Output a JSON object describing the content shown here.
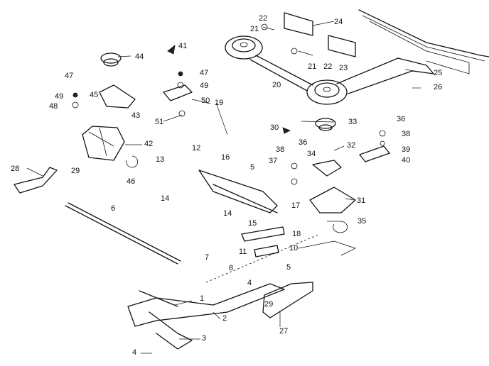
{
  "callouts": {
    "c1": "1",
    "c2": "2",
    "c3": "3",
    "c4a": "4",
    "c4b": "4",
    "c5a": "5",
    "c5b": "5",
    "c6": "6",
    "c7": "7",
    "c8": "8",
    "c10": "10",
    "c11": "11",
    "c12": "12",
    "c13": "13",
    "c14a": "14",
    "c14b": "14",
    "c15": "15",
    "c16": "16",
    "c17": "17",
    "c18": "18",
    "c19": "19",
    "c20": "20",
    "c21a": "21",
    "c21b": "21",
    "c22a": "22",
    "c22b": "22",
    "c23": "23",
    "c24": "24",
    "c25": "25",
    "c26": "26",
    "c27": "27",
    "c28": "28",
    "c29a": "29",
    "c29b": "29",
    "c30": "30",
    "c31": "31",
    "c32": "32",
    "c33": "33",
    "c34": "34",
    "c35": "35",
    "c36a": "36",
    "c36b": "36",
    "c37": "37",
    "c38a": "38",
    "c38b": "38",
    "c39": "39",
    "c40": "40",
    "c41": "41",
    "c42": "42",
    "c43": "43",
    "c44": "44",
    "c45": "45",
    "c46": "46",
    "c47a": "47",
    "c47b": "47",
    "c48": "48",
    "c49a": "49",
    "c49b": "49",
    "c50": "50",
    "c51": "51"
  }
}
